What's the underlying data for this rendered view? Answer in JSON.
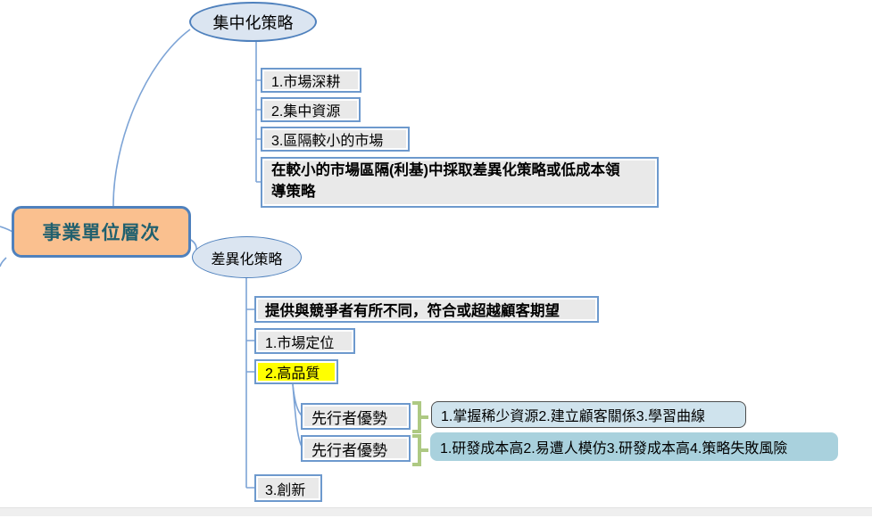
{
  "root": {
    "label": "事業單位層次"
  },
  "branch_focus": {
    "topic": "集中化策略",
    "items": [
      "1.市場深耕",
      "2.集中資源",
      "3.區隔較小的市場"
    ],
    "note": "在較小的市場區隔(利基)中採取差異化策略或低成本領\n導策略"
  },
  "branch_diff": {
    "topic": "差異化策略",
    "note": "提供與競爭者有所不同，符合或超越顧客期望",
    "items": [
      "1.市場定位",
      "2.高品質",
      "3.創新"
    ],
    "first_mover": {
      "label_1": "先行者優勢",
      "label_2": "先行者優勢",
      "summary_1": "1.掌握稀少資源2.建立顧客關係3.學習曲線",
      "summary_2": "1.研發成本高2.易遭人模仿3.研發成本高4.策略失敗風險"
    }
  },
  "colors": {
    "root_fill": "#fac08f",
    "root_text": "#21606e",
    "node_border": "#4f81bd",
    "box_border": "#6d99cd",
    "box_fill": "#e9e9e9",
    "branch_fill": "#dbe5f1",
    "connector": "#7da4d6",
    "bracket": "#aec983",
    "highlight": "#ffff00",
    "summary_fill_1": "#cfe3ed",
    "summary_fill_2": "#a9d1dd"
  }
}
